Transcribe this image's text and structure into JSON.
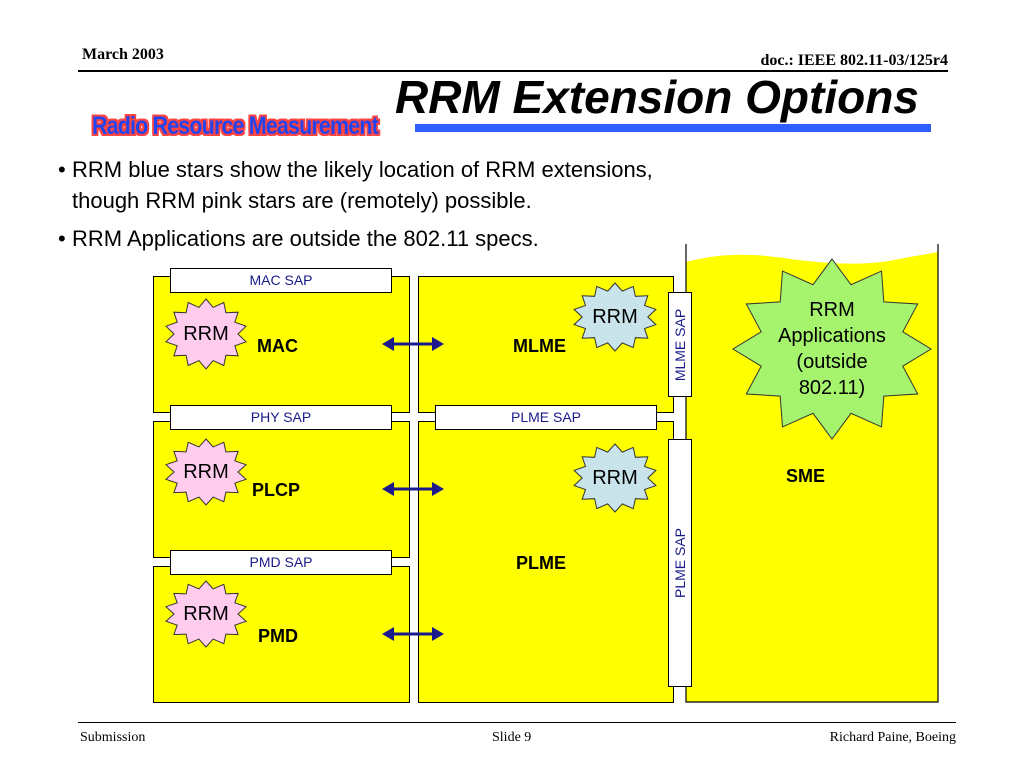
{
  "header": {
    "date": "March 2003",
    "doc": "doc.: IEEE 802.11-03/125r4"
  },
  "slide": {
    "title": "RRM Extension Options",
    "logo_text": "Radio Resource Measurement",
    "bullets": [
      {
        "line1": "RRM blue stars show the likely location of RRM extensions,",
        "line2": "though RRM pink stars are (remotely) possible."
      },
      {
        "line1": "RRM Applications are outside the 802.11 specs.",
        "line2": ""
      }
    ]
  },
  "diagram": {
    "saps": {
      "mac_sap": "MAC SAP",
      "phy_sap": "PHY SAP",
      "plme_sap": "PLME SAP",
      "pmd_sap": "PMD SAP",
      "mlme_sap_vertical": "MLME SAP",
      "plme_sap_vertical": "PLME SAP"
    },
    "layers": {
      "mac": "MAC",
      "plcp": "PLCP",
      "pmd": "PMD",
      "mlme": "MLME",
      "plme": "PLME",
      "sme": "SME"
    },
    "stars": {
      "rrm": "RRM",
      "apps_line1": "RRM",
      "apps_line2": "Applications",
      "apps_line3": "(outside",
      "apps_line4": "802.11)"
    },
    "colors": {
      "layer_fill": "#ffff00",
      "pink_star": "#ffccee",
      "blue_star": "#c8e4ea",
      "apps_star": "#a6f36e",
      "arrow": "#1a1a8c",
      "title_bar": "#2f5fff"
    }
  },
  "footer": {
    "left": "Submission",
    "center": "Slide 9",
    "right": "Richard Paine, Boeing"
  }
}
